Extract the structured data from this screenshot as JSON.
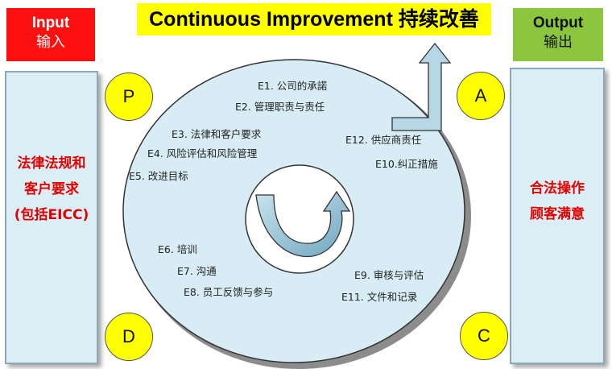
{
  "title": "Continuous Improvement 持续改善",
  "input": {
    "label_en": "Input",
    "label_cn": "输入",
    "body": [
      "法律法规和",
      "客户要求",
      "(包括EICC)"
    ]
  },
  "output": {
    "label_en": "Output",
    "label_cn": "输出",
    "body": [
      "合法操作",
      "顾客满意"
    ]
  },
  "pdca": {
    "p": "P",
    "d": "D",
    "a": "A",
    "c": "C"
  },
  "items": {
    "e1": "E1. 公司的承諾",
    "e2": "E2. 管理职责与责任",
    "e3": "E3. 法律和客户要求",
    "e4": "E4. 风险评估和风险管理",
    "e5": "E5. 改进目标",
    "e12": "E12. 供应商责任",
    "e10": "E10.纠正措施",
    "e6": "E6. 培训",
    "e7": "E7. 沟通",
    "e8": "E8. 员工反馈与参与",
    "e9": "E9. 审核与评估",
    "e11": "E11. 文件和记录"
  },
  "colors": {
    "input_header": "#ff1010",
    "output_header": "#8cc63e",
    "title_bg": "#ffff00",
    "panel_bg": "#dbeef6",
    "wheel_bg": "#d7ecf4",
    "badge": "#ffff00",
    "arrow": "#9fc9da"
  }
}
